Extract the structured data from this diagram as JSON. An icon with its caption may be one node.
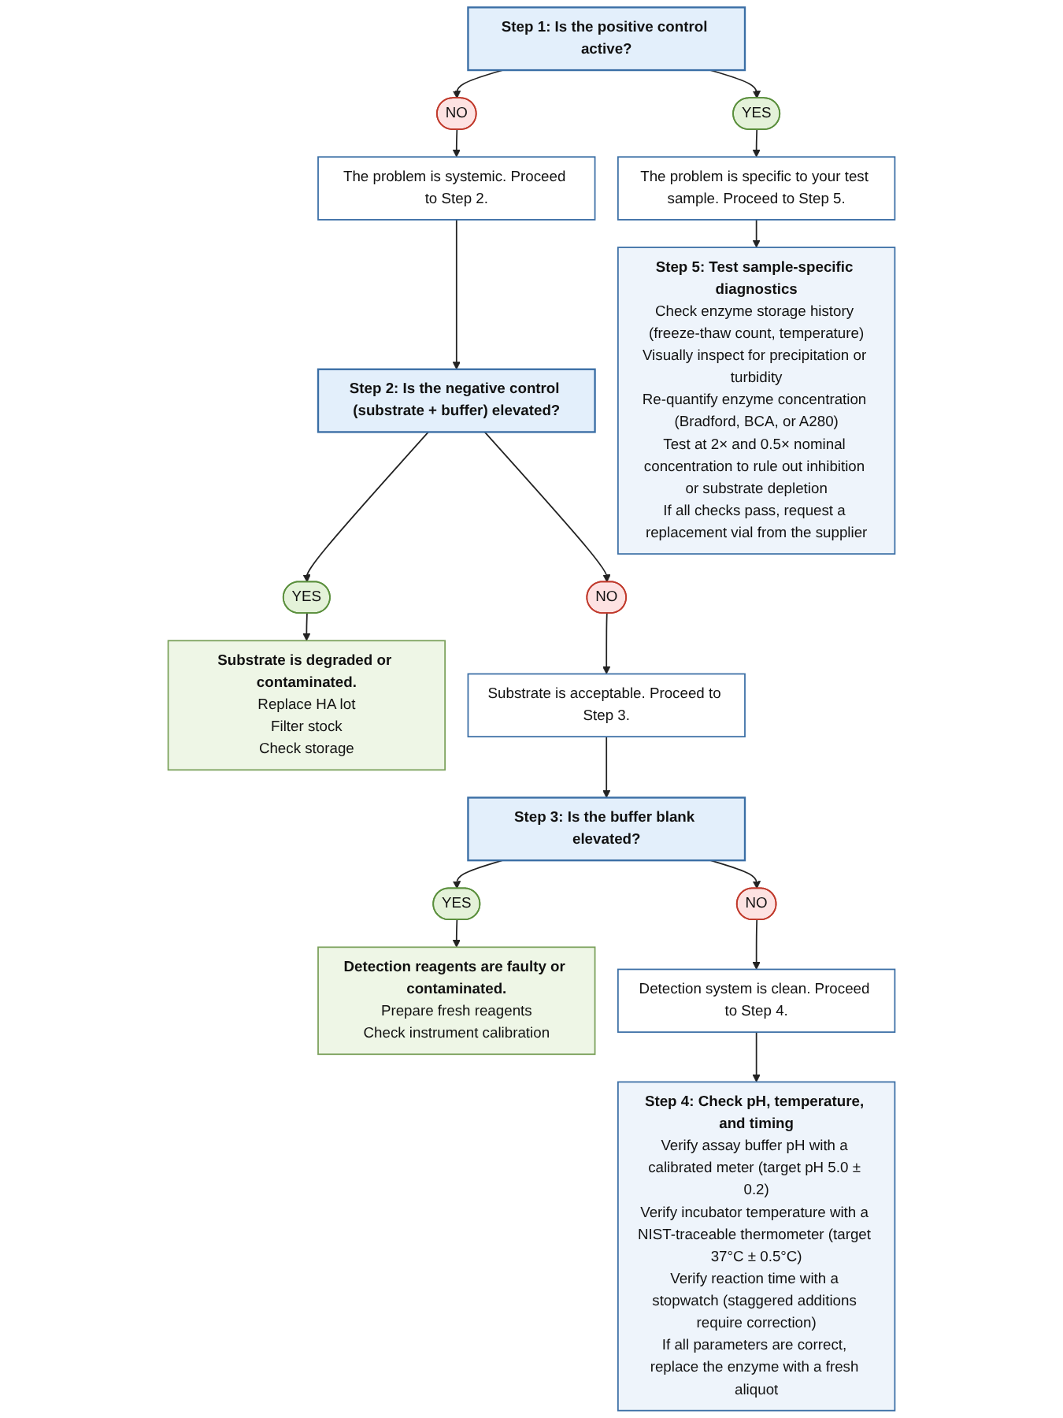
{
  "diagram": {
    "nodes": [
      {
        "text": [
          "Step 1: Is the positive control active?"
        ]
      },
      {
        "text": [
          "NO"
        ]
      },
      {
        "text": [
          "YES"
        ]
      },
      {
        "text": [
          "The problem is systemic. Proceed to Step 2."
        ]
      },
      {
        "text": [
          "The problem is specific to your test sample. Proceed to Step 5."
        ]
      },
      {
        "text": [
          "Step 2: Is the negative control (substrate + buffer) elevated?"
        ]
      },
      {
        "text": [
          "YES"
        ]
      },
      {
        "text": [
          "NO"
        ]
      },
      {
        "text": [
          "Substrate is degraded or contaminated.",
          "Replace HA lot",
          "Filter stock",
          "Check storage"
        ]
      },
      {
        "text": [
          "Substrate is acceptable. Proceed to Step 3."
        ]
      },
      {
        "text": [
          "Step 3: Is the buffer blank elevated?"
        ]
      },
      {
        "text": [
          "YES"
        ]
      },
      {
        "text": [
          "NO"
        ]
      },
      {
        "text": [
          "Detection reagents are faulty or contaminated.",
          "Prepare fresh reagents",
          "Check instrument calibration"
        ]
      },
      {
        "text": [
          "Detection system is clean. Proceed to Step 4."
        ]
      },
      {
        "text": [
          "Step 4: Check pH, temperature, and timing",
          "Verify assay buffer pH with a calibrated meter (target pH 5.0 ± 0.2)",
          "Verify incubator temperature with a NIST-traceable thermometer (target 37°C ± 0.5°C)",
          "Verify reaction time with a stopwatch (staggered additions require correction)",
          "If all parameters are correct, replace the enzyme with a fresh aliquot"
        ]
      },
      {
        "text": [
          "Step 5: Test sample-specific diagnostics",
          "Check enzyme storage history (freeze-thaw count, temperature)",
          "Visually inspect for precipitation or turbidity",
          "Re-quantify enzyme concentration (Bradford, BCA, or A280)",
          "Test at 2× and 0.5× nominal concentration to rule out inhibition or substrate depletion",
          "If all checks pass, request a replacement vial from the supplier"
        ]
      }
    ],
    "edges": [
      {
        "from": 0,
        "to": 1,
        "arrow": "to"
      },
      {
        "from": 0,
        "to": 2,
        "arrow": "to"
      },
      {
        "from": 1,
        "to": 3,
        "arrow": "to"
      },
      {
        "from": 2,
        "to": 4,
        "arrow": "to"
      },
      {
        "from": 3,
        "to": 5,
        "arrow": "to"
      },
      {
        "from": 4,
        "to": 16,
        "arrow": "to"
      },
      {
        "from": 5,
        "to": 6,
        "arrow": "to"
      },
      {
        "from": 5,
        "to": 7,
        "arrow": "to"
      },
      {
        "from": 6,
        "to": 8,
        "arrow": "to"
      },
      {
        "from": 7,
        "to": 9,
        "arrow": "to"
      },
      {
        "from": 9,
        "to": 10,
        "arrow": "to"
      },
      {
        "from": 10,
        "to": 11,
        "arrow": "to"
      },
      {
        "from": 10,
        "to": 12,
        "arrow": "to"
      },
      {
        "from": 11,
        "to": 13,
        "arrow": "to"
      },
      {
        "from": 12,
        "to": 14,
        "arrow": "to"
      },
      {
        "from": 14,
        "to": 15,
        "arrow": "to"
      }
    ]
  }
}
